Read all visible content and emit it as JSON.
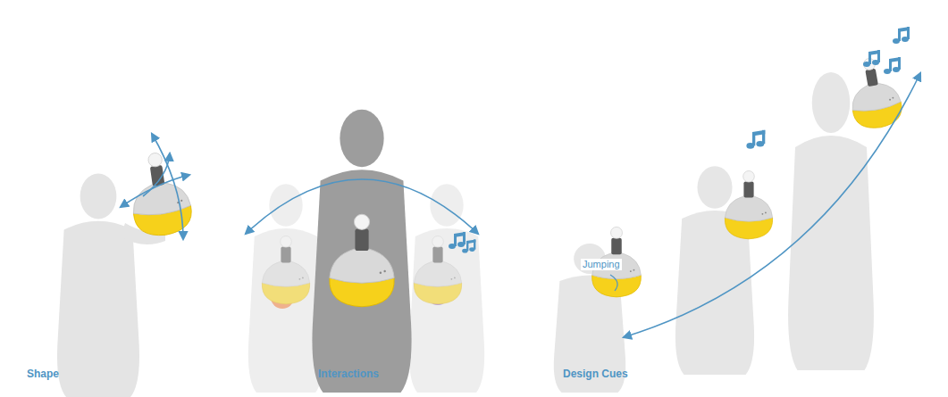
{
  "diagram": {
    "labels": [
      "Shape",
      "Interactions",
      "Design Cues",
      "Jumping"
    ]
  }
}
